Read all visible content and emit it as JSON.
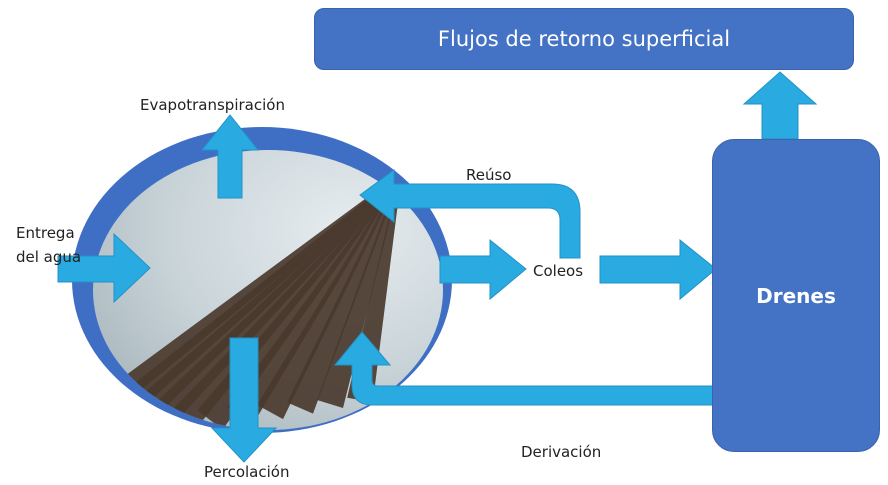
{
  "title_box": {
    "label": "Flujos de retorno superficial"
  },
  "drains_box": {
    "label": "Drenes"
  },
  "labels": {
    "evapotranspiration": "Evapotranspiración",
    "water_delivery_line1": "Entrega",
    "water_delivery_line2": "del agua",
    "reuse": "Reúso",
    "tailwater": "Coleos",
    "percolation": "Percolación",
    "bypass": "Derivación"
  },
  "colors": {
    "box_fill": "#4472c4",
    "arrow_fill": "#29abe2",
    "ellipse_fill": "#3f6fc4",
    "field_soil": "#4a3a2e",
    "field_water": "#c9d6dc"
  },
  "illustration": "irrigated-furrow-field-photo"
}
